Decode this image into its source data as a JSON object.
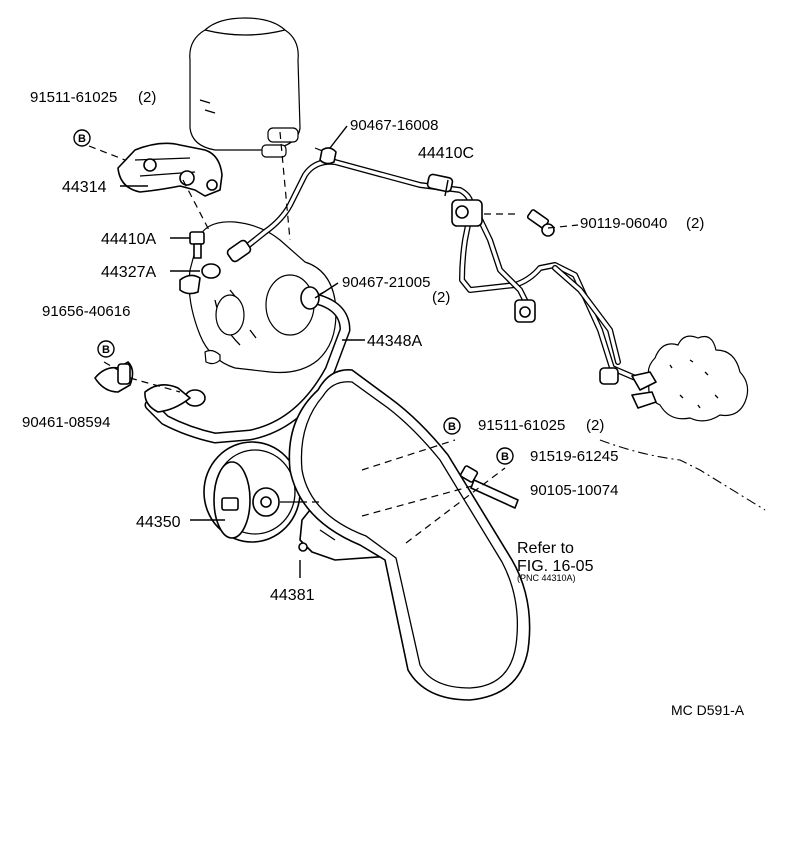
{
  "diagram": {
    "figure_code": "MC D591-A",
    "marker_letter": "B",
    "labels": {
      "p91511_top": "91511-61025",
      "p91511_top_qty": "(2)",
      "p44314": "44314",
      "p44410A": "44410A",
      "p44327A": "44327A",
      "p91656": "91656-40616",
      "p90461": "90461-08594",
      "p44350": "44350",
      "p44381": "44381",
      "p90467_16008": "90467-16008",
      "p44410C": "44410C",
      "p90119": "90119-06040",
      "p90119_qty": "(2)",
      "p90467_21005": "90467-21005",
      "p90467_21005_qty": "(2)",
      "p44348A": "44348A",
      "p91511_right": "91511-61025",
      "p91511_right_qty": "(2)",
      "p91519": "91519-61245",
      "p90105": "90105-10074",
      "refer_line1": "Refer to",
      "refer_line2": "FIG. 16-05",
      "refer_line3": "(PNC 44310A)"
    }
  }
}
